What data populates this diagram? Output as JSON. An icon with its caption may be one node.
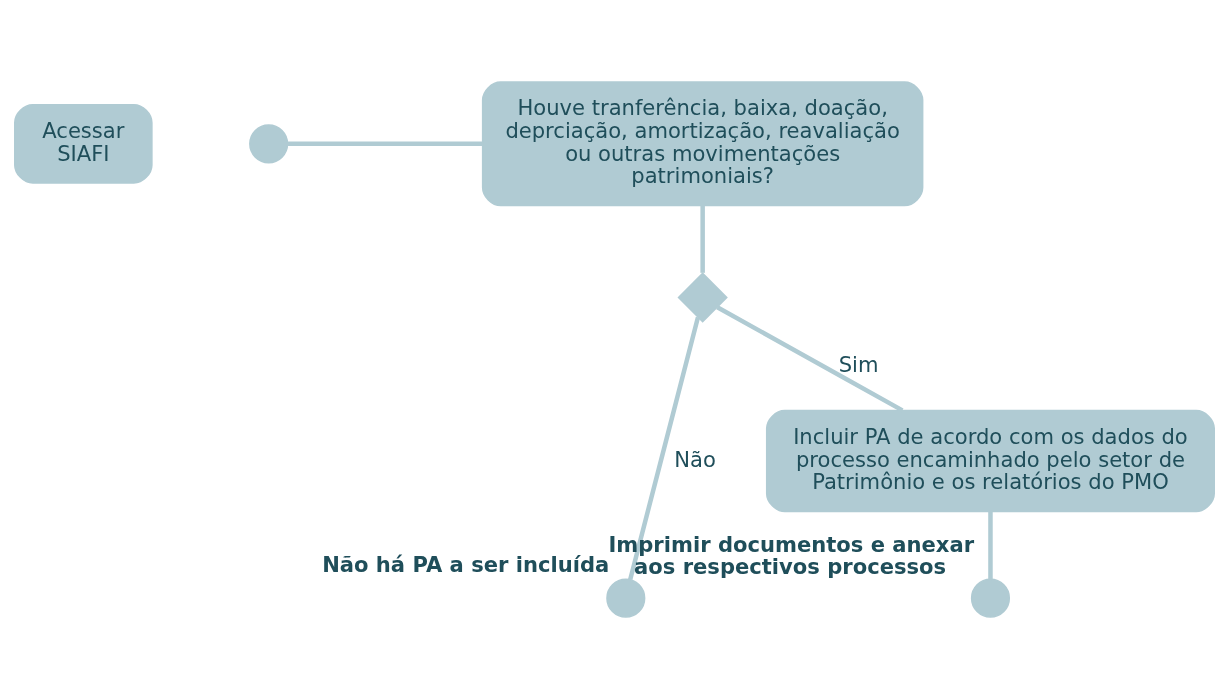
{
  "diagram": {
    "nodes": [
      {
        "text": [
          "Acessar SIAFI"
        ]
      },
      {
        "text": [],
        "shape": "circle"
      },
      {
        "text": [
          "Houve tranferência, baixa, doação, deprciação, amortização, reavaliação ou outras movimentações patrimoniais?"
        ]
      },
      {
        "text": [],
        "shape": "diamond"
      },
      {
        "text": [],
        "shape": "circle",
        "beside": [
          "Não há PA a ser incluída"
        ]
      },
      {
        "text": [
          "Incluir PA de acordo com os dados do processo encaminhado pelo setor de Patrimônio e os relatórios do PMO"
        ]
      },
      {
        "text": [],
        "shape": "circle",
        "beside": [
          "Imprimir documentos e anexar aos respectivos processos"
        ]
      }
    ],
    "edges": [
      {
        "from": 1,
        "to": 2,
        "arrow": "none"
      },
      {
        "from": 2,
        "to": 3,
        "arrow": "none"
      },
      {
        "from": 3,
        "to": 4,
        "label": "Não",
        "arrow": "none"
      },
      {
        "from": 3,
        "to": 5,
        "label": "Sim",
        "arrow": "none"
      },
      {
        "from": 5,
        "to": 6,
        "arrow": "none"
      }
    ]
  }
}
